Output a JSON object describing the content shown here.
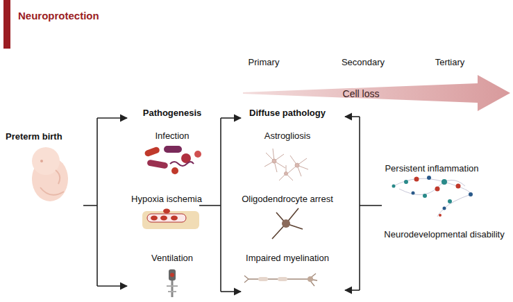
{
  "diagram": {
    "title": "Neuroprotection",
    "nodes": [
      {
        "text": [
          "Cell loss"
        ]
      }
    ],
    "labels": [
      "Primary",
      "Secondary",
      "Tertiary",
      "Preterm birth",
      "Pathogenesis",
      "Infection",
      "Hypoxia ischemia",
      "Ventilation",
      "Diffuse pathology",
      "Astrogliosis",
      "Oligodendrocyte arrest",
      "Impaired myelination",
      "Persistent inflammation",
      "Neurodevelopmental disability"
    ]
  }
}
